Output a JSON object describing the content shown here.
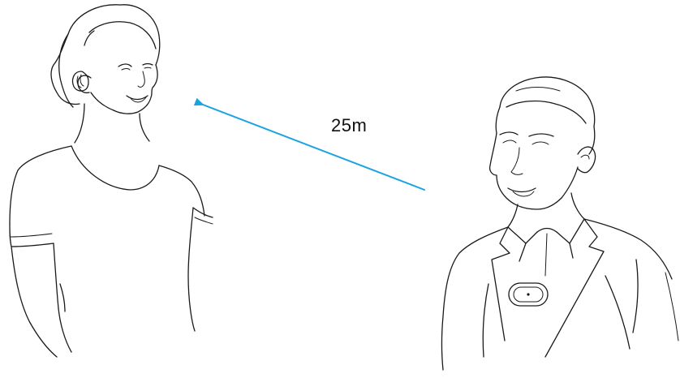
{
  "distance_label": "25m",
  "arrow_color": "#1aa3e0",
  "line_color": "#1a1a1a",
  "listener_device": "in-ear-hearing-device",
  "speaker_device": "clip-on-microphone"
}
